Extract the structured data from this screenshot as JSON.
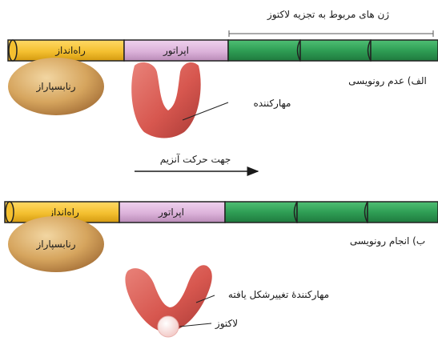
{
  "top": {
    "genes_label": "ژن های مربوط به تجزیه لاکتوز",
    "promoter": "راه‌انداز",
    "operator": "اپراتور",
    "polymerase": "رنابسپاراز",
    "repressor": "مهارکننده",
    "state": "الف) عدم رونویسی"
  },
  "arrow_label": "جهت حرکت آنزیم",
  "bottom": {
    "promoter": "راه‌انداز",
    "operator": "اپراتور",
    "polymerase": "رنابسپاراز",
    "state": "ب) انجام رونویسی",
    "repressor_changed": "مهارکنندهٔ تغییرشکل یافته",
    "lactose": "لاکتوز"
  },
  "colors": {
    "promoter": "#f4c030",
    "operator": "#dcb2da",
    "gene": "#2f9e55",
    "polymerase": "#d6a55e",
    "repressor": "#d7574f"
  }
}
